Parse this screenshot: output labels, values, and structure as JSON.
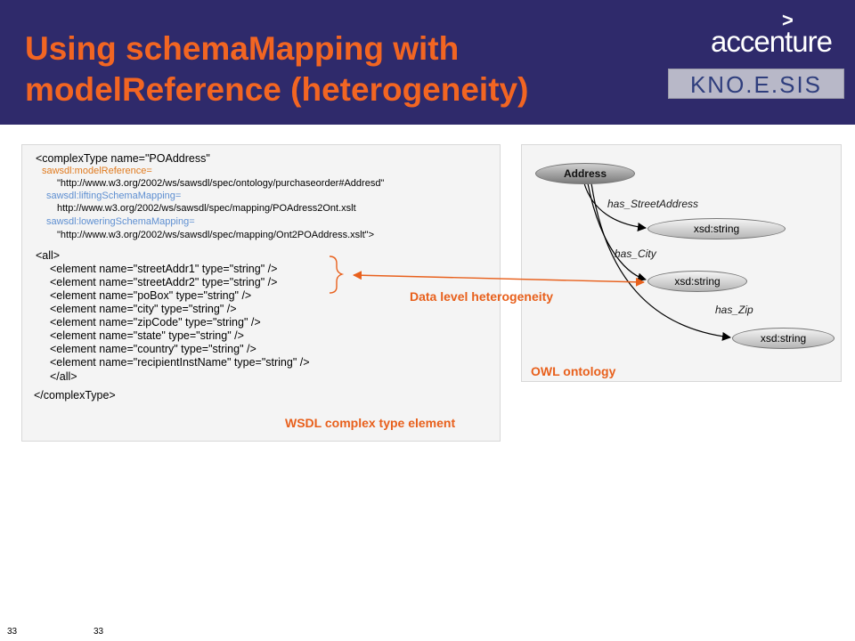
{
  "slide": {
    "title_line1": "Using schemaMapping with",
    "title_line2": "modelReference  (heterogeneity)",
    "logo_accenture": "accenture",
    "logo_accenture_mark": ">",
    "logo_knoesis": "KNO.E.SIS",
    "page_left": "33",
    "page_right": "33"
  },
  "wsdl": {
    "complex_open": "<complexType name=\"POAddress\"",
    "model_ref_attr": "sawsdl:modelReference=",
    "model_ref_url": "\"http://www.w3.org/2002/ws/sawsdl/spec/ontology/purchaseorder#Addresd\"",
    "lifting_attr": "sawsdl:liftingSchemaMapping=",
    "lifting_url": "http://www.w3.org/2002/ws/sawsdl/spec/mapping/POAdress2Ont.xslt",
    "lowering_attr": "sawsdl:loweringSchemaMapping=",
    "lowering_url": "\"http://www.w3.org/2002/ws/sawsdl/spec/mapping/Ont2POAddress.xslt\">",
    "all_open": "<all>",
    "elements": [
      "<element name=\"streetAddr1\" type=\"string\" />",
      "<element name=\"streetAddr2\" type=\"string\" />",
      "<element name=\"poBox\" type=\"string\" />",
      "<element name=\"city\" type=\"string\" />",
      "<element name=\"zipCode\" type=\"string\" />",
      "<element name=\"state\" type=\"string\" />",
      "<element name=\"country\" type=\"string\" />",
      "<element name=\"recipientInstName\" type=\"string\" />"
    ],
    "all_close": "</all>",
    "complex_close": "</complexType>",
    "caption": "WSDL complex type element"
  },
  "ontology": {
    "root": "Address",
    "edges": [
      "has_StreetAddress",
      "has_City",
      "has_Zip"
    ],
    "targets": [
      "xsd:string",
      "xsd:string",
      "xsd:string"
    ],
    "caption": "OWL ontology"
  },
  "annotation": {
    "label": "Data level heterogeneity"
  },
  "colors": {
    "header_bg": "#2f2a6b",
    "title": "#f26522",
    "attr_orange": "#e07a1e",
    "attr_blue": "#5e8fd1",
    "label_orange": "#e8601c"
  }
}
